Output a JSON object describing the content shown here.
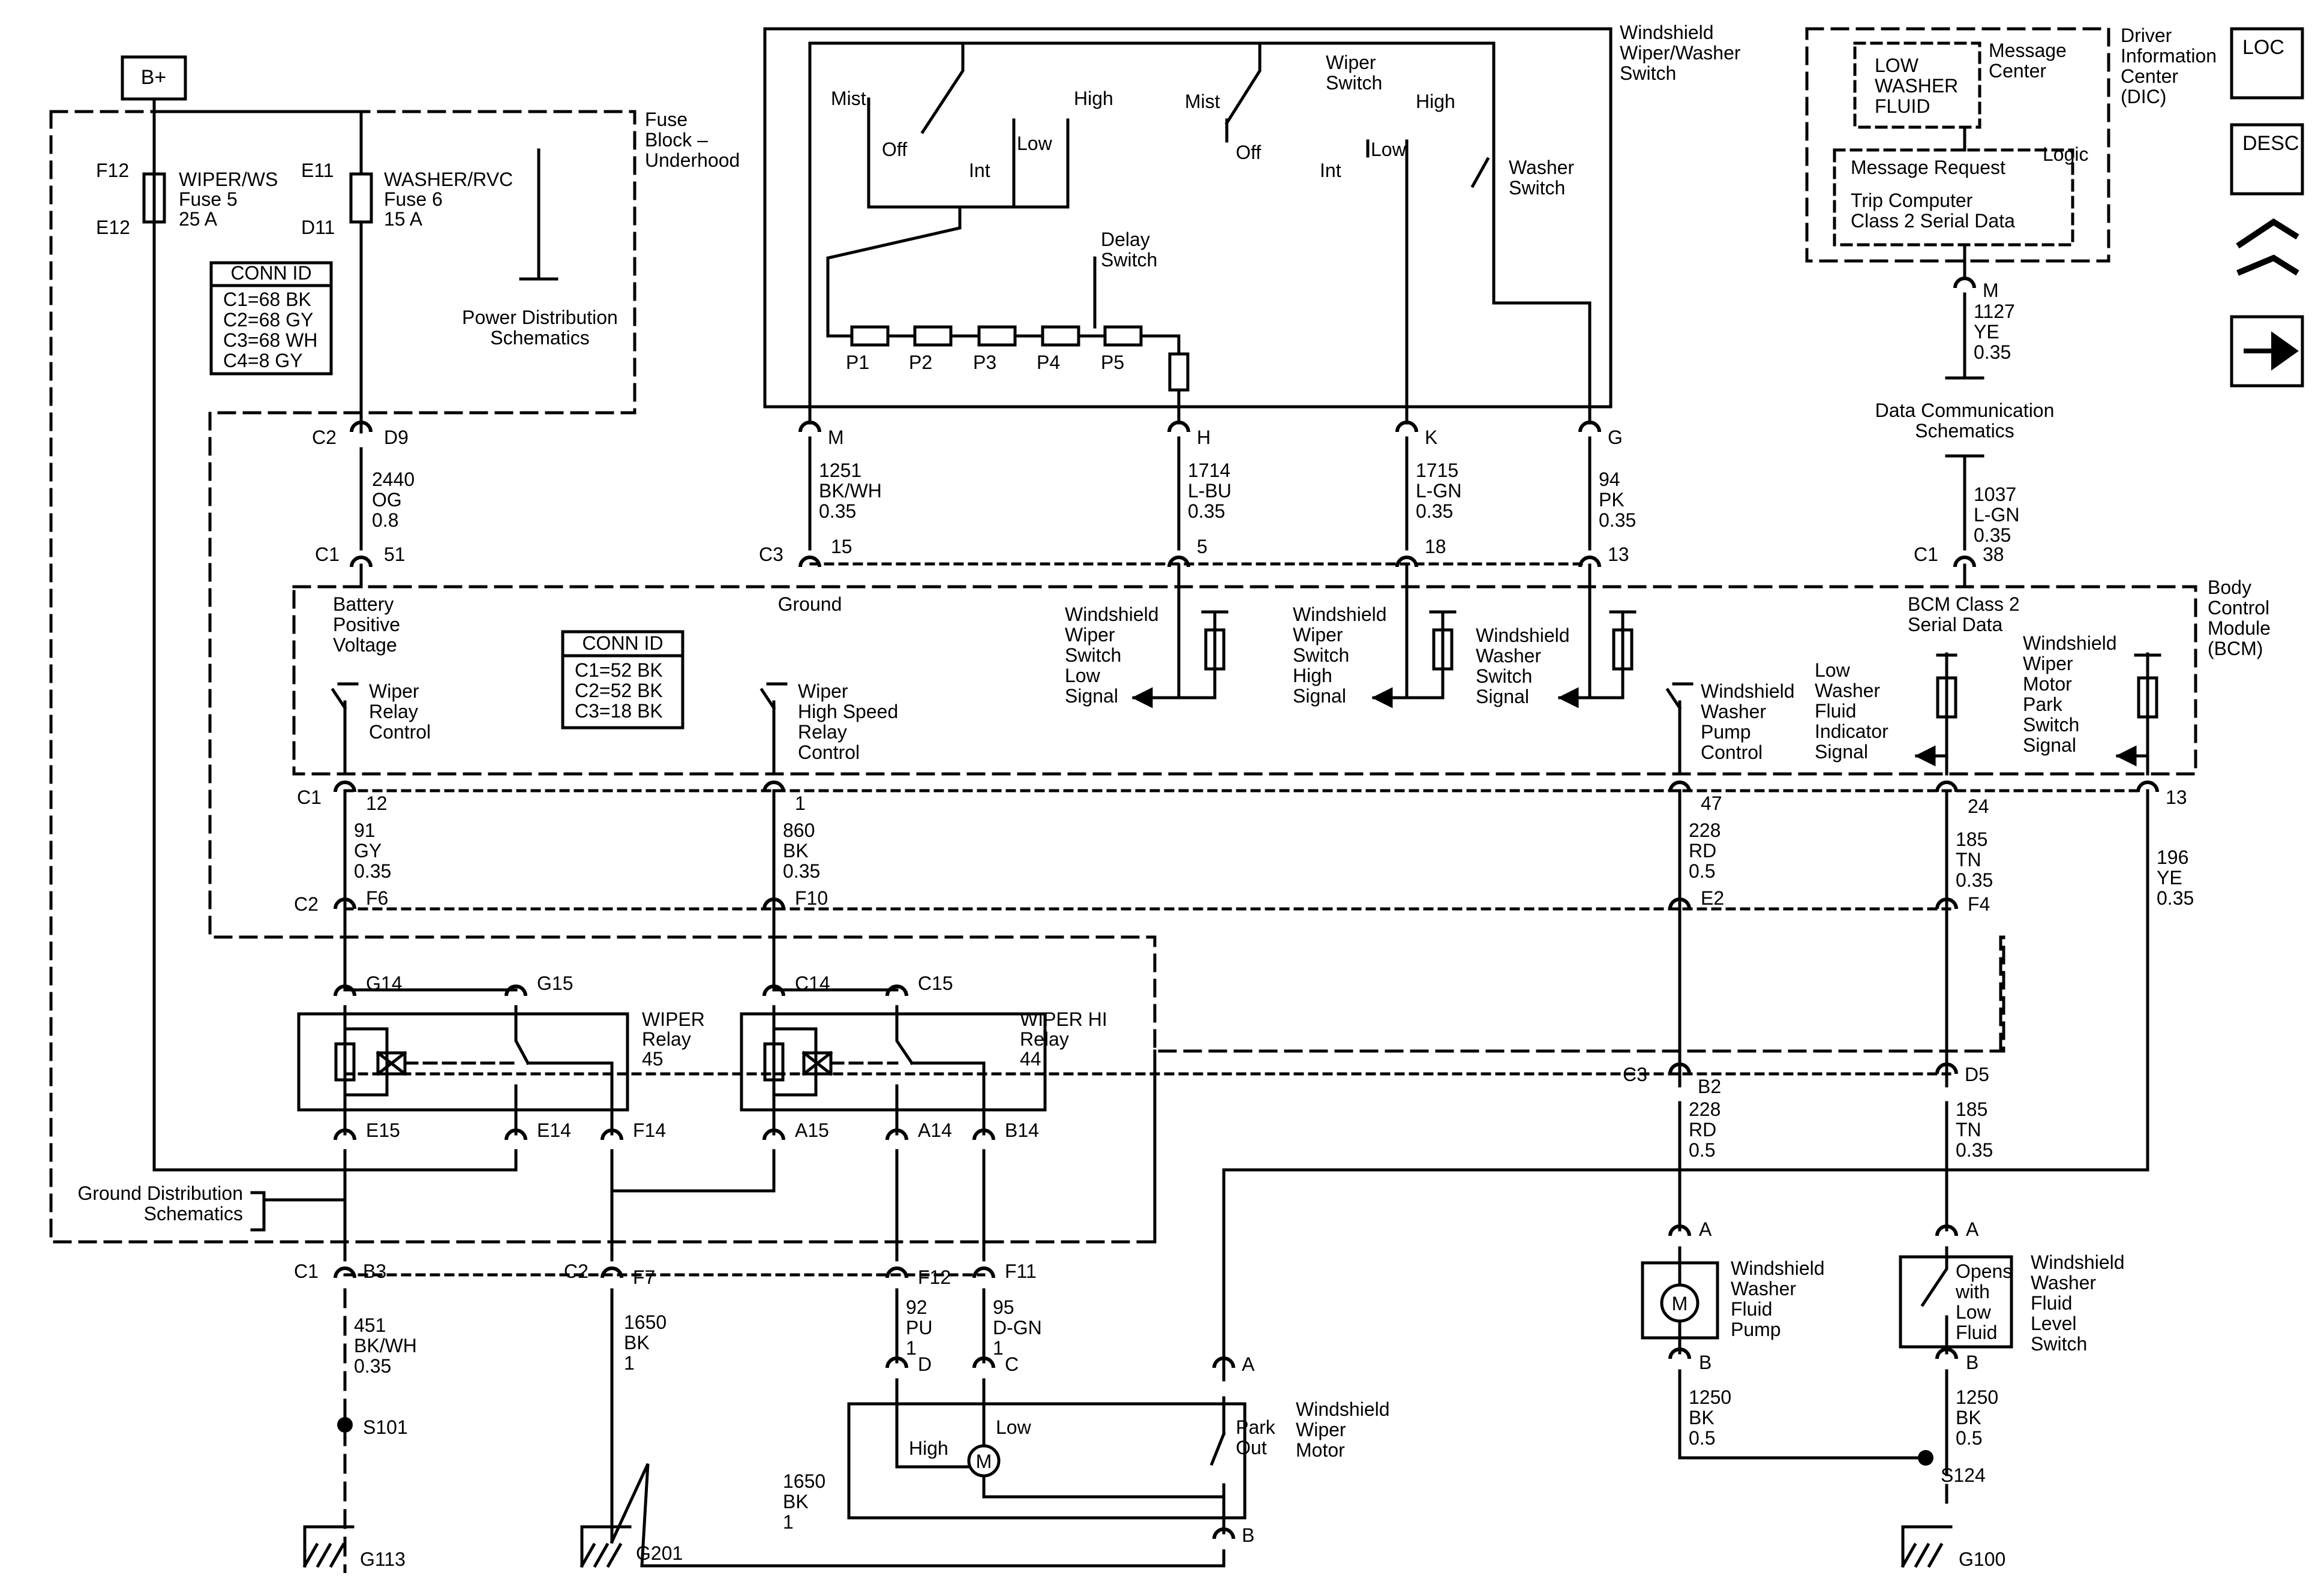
{
  "power": {
    "source": "B+"
  },
  "fuse_block": {
    "title": [
      "Fuse",
      "Block –",
      "Underhood"
    ],
    "fuses": [
      {
        "top_pin": "F12",
        "bottom_pin": "E12",
        "name": "WIPER/WS",
        "fuse": "Fuse 5",
        "rating": "25 A"
      },
      {
        "top_pin": "E11",
        "bottom_pin": "D11",
        "name": "WASHER/RVC",
        "fuse": "Fuse 6",
        "rating": "15 A"
      }
    ],
    "conn_id": {
      "title": "CONN ID",
      "lines": [
        "C1=68 BK",
        "C2=68 GY",
        "C3=68 WH",
        "C4=8 GY"
      ]
    },
    "power_ref": [
      "Power Distribution",
      "Schematics"
    ],
    "ground_ref": [
      "Ground Distribution",
      "Schematics"
    ]
  },
  "switch": {
    "title": [
      "Windshield",
      "Wiper/Washer",
      "Switch"
    ],
    "wiper_switch_label": [
      "Wiper",
      "Switch"
    ],
    "positions_left": [
      "Mist",
      "Off",
      "Int",
      "Low",
      "High"
    ],
    "positions_right": [
      "Mist",
      "Off",
      "Int",
      "Low",
      "High"
    ],
    "delay_label": [
      "Delay",
      "Switch"
    ],
    "delay_steps": [
      "P1",
      "P2",
      "P3",
      "P4",
      "P5"
    ],
    "washer_label": [
      "Washer",
      "Switch"
    ],
    "pins": [
      "M",
      "H",
      "K",
      "G"
    ]
  },
  "dic": {
    "title": [
      "Driver",
      "Information",
      "Center",
      "(DIC)"
    ],
    "message_center": [
      "Message",
      "Center"
    ],
    "warning": [
      "LOW",
      "WASHER",
      "FLUID"
    ],
    "logic": "Logic",
    "request": "Message Request",
    "trip": [
      "Trip Computer",
      "Class 2 Serial Data"
    ],
    "pin": "M"
  },
  "legend_icons": [
    "LOC",
    "DESC",
    "connector-icon",
    "arrow-icon"
  ],
  "data_comm": [
    "Data Communication",
    "Schematics"
  ],
  "bcm": {
    "title": [
      "Body",
      "Control",
      "Module",
      "(BCM)"
    ],
    "conn_id": {
      "title": "CONN ID",
      "lines": [
        "C1=52 BK",
        "C2=52 BK",
        "C3=18 BK"
      ]
    },
    "inputs": {
      "battery": [
        "Battery",
        "Positive",
        "Voltage"
      ],
      "ground": "Ground",
      "low": [
        "Windshield",
        "Wiper",
        "Switch",
        "Low",
        "Signal"
      ],
      "high": [
        "Windshield",
        "Wiper",
        "Switch",
        "High",
        "Signal"
      ],
      "washer": [
        "Windshield",
        "Washer",
        "Switch",
        "Signal"
      ],
      "class2": [
        "BCM Class 2",
        "Serial Data"
      ]
    },
    "outputs": {
      "relay": [
        "Wiper",
        "Relay",
        "Control"
      ],
      "hs_relay": [
        "Wiper",
        "High Speed",
        "Relay",
        "Control"
      ],
      "pump": [
        "Windshield",
        "Washer",
        "Pump",
        "Control"
      ],
      "indicator": [
        "Low",
        "Washer",
        "Fluid",
        "Indicator",
        "Signal"
      ],
      "park": [
        "Windshield",
        "Wiper",
        "Motor",
        "Park",
        "Switch",
        "Signal"
      ]
    }
  },
  "connectors": {
    "fuse_c2_d9": [
      "C2",
      "D9"
    ],
    "bcm_c1_51": [
      "C1",
      "51"
    ],
    "bcm_c3": [
      "C3",
      "15",
      "5",
      "18",
      "13"
    ],
    "bcm_c1_38": [
      "C1",
      "38"
    ],
    "bcm_c1_12": [
      "C1",
      "12"
    ],
    "bcm_1": "1",
    "bcm_47": "47",
    "bcm_24": "24",
    "bcm_13": "13",
    "fuse_c2_row": [
      "C2",
      "F6",
      "F10",
      "E2",
      "F4"
    ],
    "relay_pins": [
      "G14",
      "G15",
      "C14",
      "C15",
      "E15",
      "E14",
      "F14",
      "A15",
      "A14",
      "B14"
    ],
    "c3_row": [
      "C3",
      "B2",
      "D5"
    ],
    "bottom_row": [
      "C1",
      "B3",
      "C2",
      "F7",
      "F12",
      "F11"
    ],
    "motor_pins": [
      "D",
      "C",
      "A",
      "B"
    ],
    "device_pins": [
      "A",
      "B",
      "A",
      "B"
    ]
  },
  "wires": {
    "w2440": [
      "2440",
      "OG",
      "0.8"
    ],
    "w1251": [
      "1251",
      "BK/WH",
      "0.35"
    ],
    "w1714": [
      "1714",
      "L-BU",
      "0.35"
    ],
    "w1715": [
      "1715",
      "L-GN",
      "0.35"
    ],
    "w94": [
      "94",
      "PK",
      "0.35"
    ],
    "w1127": [
      "1127",
      "YE",
      "0.35"
    ],
    "w1037": [
      "1037",
      "L-GN",
      "0.35"
    ],
    "w91": [
      "91",
      "GY",
      "0.35"
    ],
    "w860": [
      "860",
      "BK",
      "0.35"
    ],
    "w228a": [
      "228",
      "RD",
      "0.5"
    ],
    "w185a": [
      "185",
      "TN",
      "0.35"
    ],
    "w196": [
      "196",
      "YE",
      "0.35"
    ],
    "w228b": [
      "228",
      "RD",
      "0.5"
    ],
    "w185b": [
      "185",
      "TN",
      "0.35"
    ],
    "w451": [
      "451",
      "BK/WH",
      "0.35"
    ],
    "w1650a": [
      "1650",
      "BK",
      "1"
    ],
    "w92": [
      "92",
      "PU",
      "1"
    ],
    "w95": [
      "95",
      "D-GN",
      "1"
    ],
    "w1650b": [
      "1650",
      "BK",
      "1"
    ],
    "w1250a": [
      "1250",
      "BK",
      "0.5"
    ],
    "w1250b": [
      "1250",
      "BK",
      "0.5"
    ]
  },
  "relays": {
    "wiper": [
      "WIPER",
      "Relay",
      "45"
    ],
    "wiper_hi": [
      "WIPER HI",
      "Relay",
      "44"
    ]
  },
  "motor": {
    "title": [
      "Windshield",
      "Wiper",
      "Motor"
    ],
    "high": "High",
    "low": "Low",
    "park": [
      "Park",
      "Out"
    ],
    "symbol": "M"
  },
  "pump": {
    "title": [
      "Windshield",
      "Washer",
      "Fluid",
      "Pump"
    ],
    "symbol": "M"
  },
  "level_switch": {
    "title": [
      "Windshield",
      "Washer",
      "Fluid",
      "Level",
      "Switch"
    ],
    "inner": [
      "Opens",
      "with",
      "Low",
      "Fluid"
    ]
  },
  "splices": [
    "S101",
    "S124"
  ],
  "grounds": [
    "G113",
    "G201",
    "G100"
  ]
}
